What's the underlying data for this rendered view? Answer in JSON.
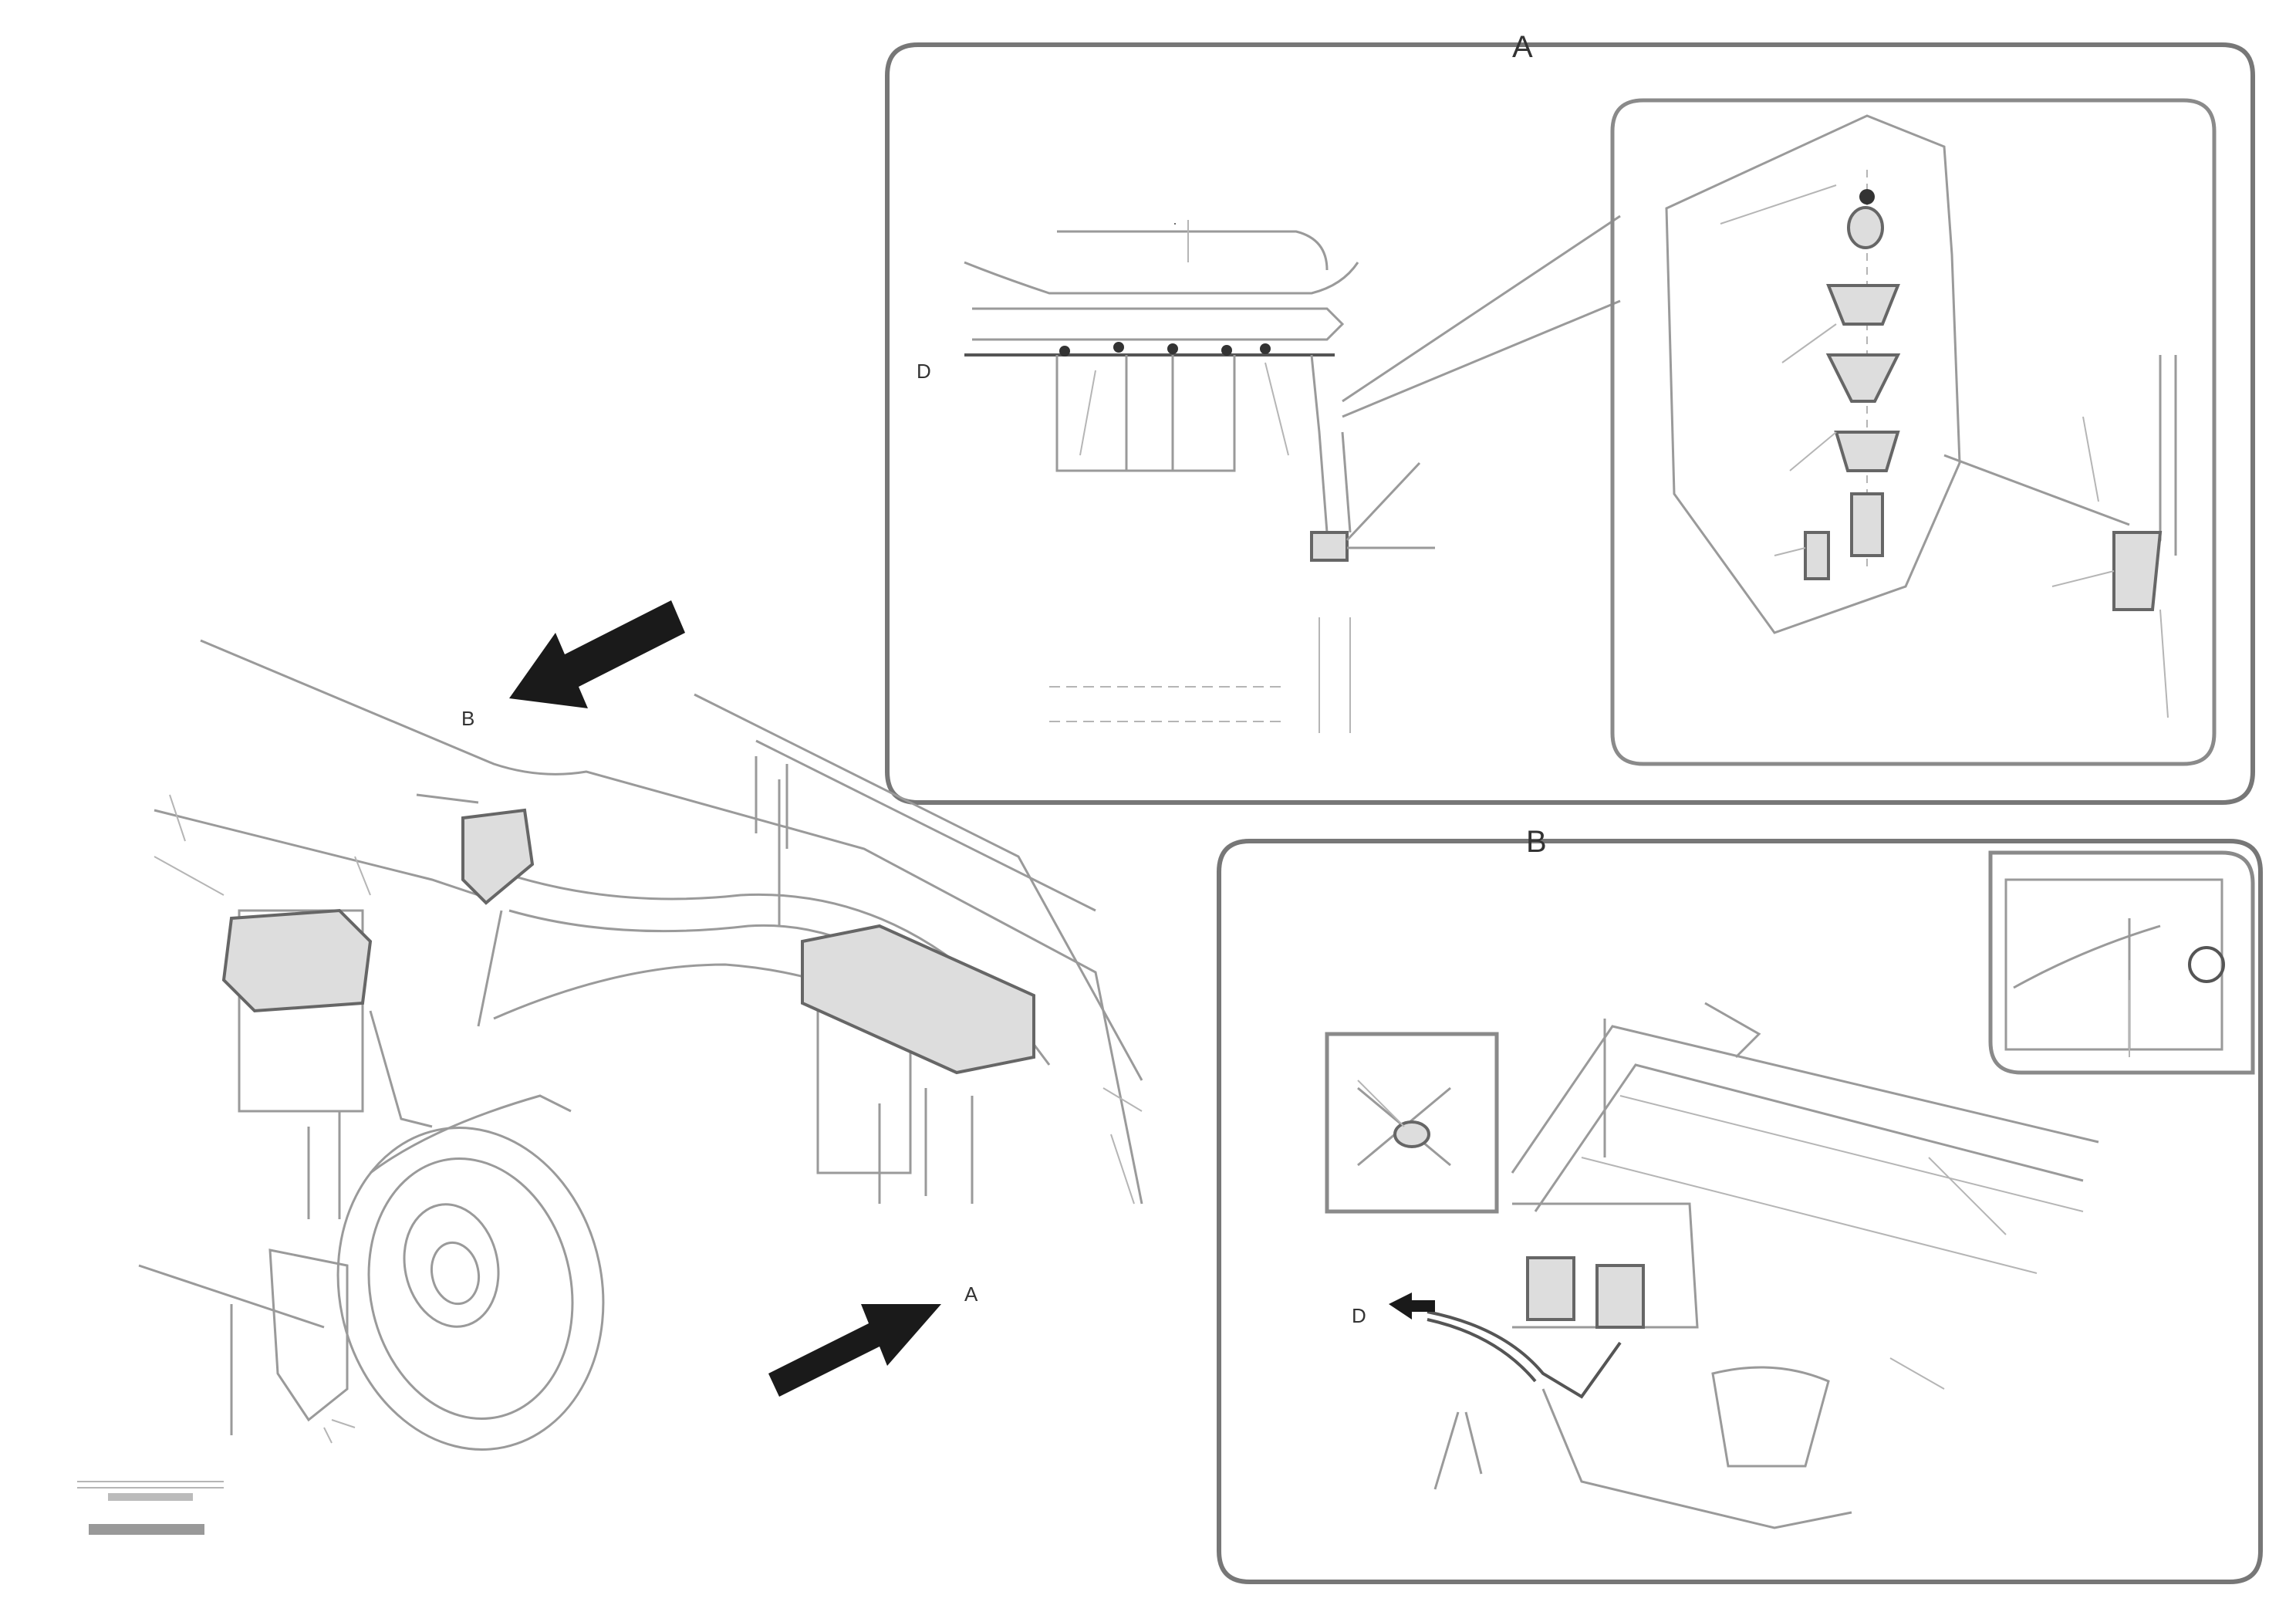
{
  "callouts": {
    "detail_a": "A",
    "detail_b": "B",
    "d_a": "D",
    "d_b": "D",
    "arrow_a": "A",
    "arrow_b": "B"
  },
  "colors": {
    "line": "#9a9a9a",
    "frame": "#777777",
    "arrow": "#1a1a1a"
  }
}
